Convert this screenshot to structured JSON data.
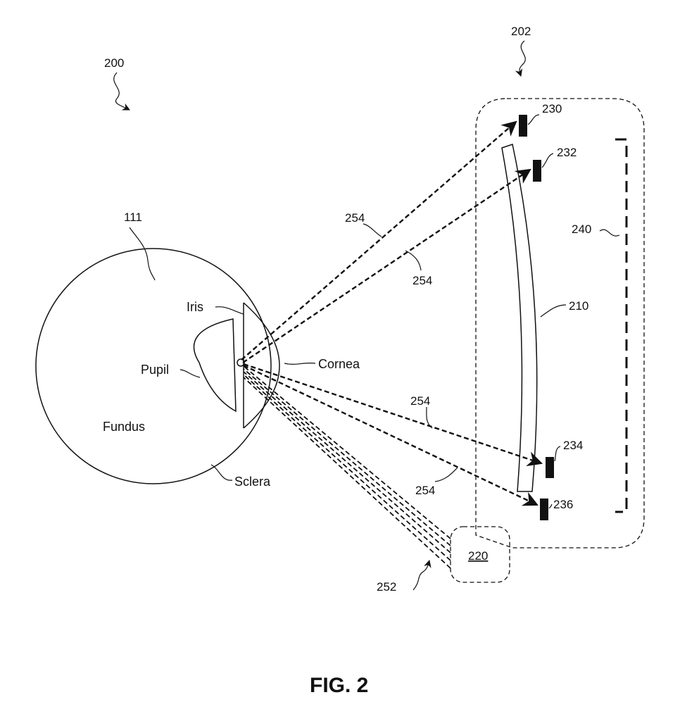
{
  "figure": {
    "caption": "FIG. 2"
  },
  "reference_numerals": {
    "system": "200",
    "device": "202",
    "eye": "111",
    "lens": "210",
    "light_source": "220",
    "sensor_a": "230",
    "sensor_b": "232",
    "sensor_c": "234",
    "sensor_d": "236",
    "display": "240",
    "emitted_light": "252",
    "reflected_light_1": "254",
    "reflected_light_2": "254",
    "reflected_light_3": "254",
    "reflected_light_4": "254"
  },
  "eye_parts": {
    "iris": "Iris",
    "pupil": "Pupil",
    "cornea": "Cornea",
    "fundus": "Fundus",
    "sclera": "Sclera"
  },
  "colors": {
    "ink": "#111111",
    "background": "#ffffff"
  }
}
